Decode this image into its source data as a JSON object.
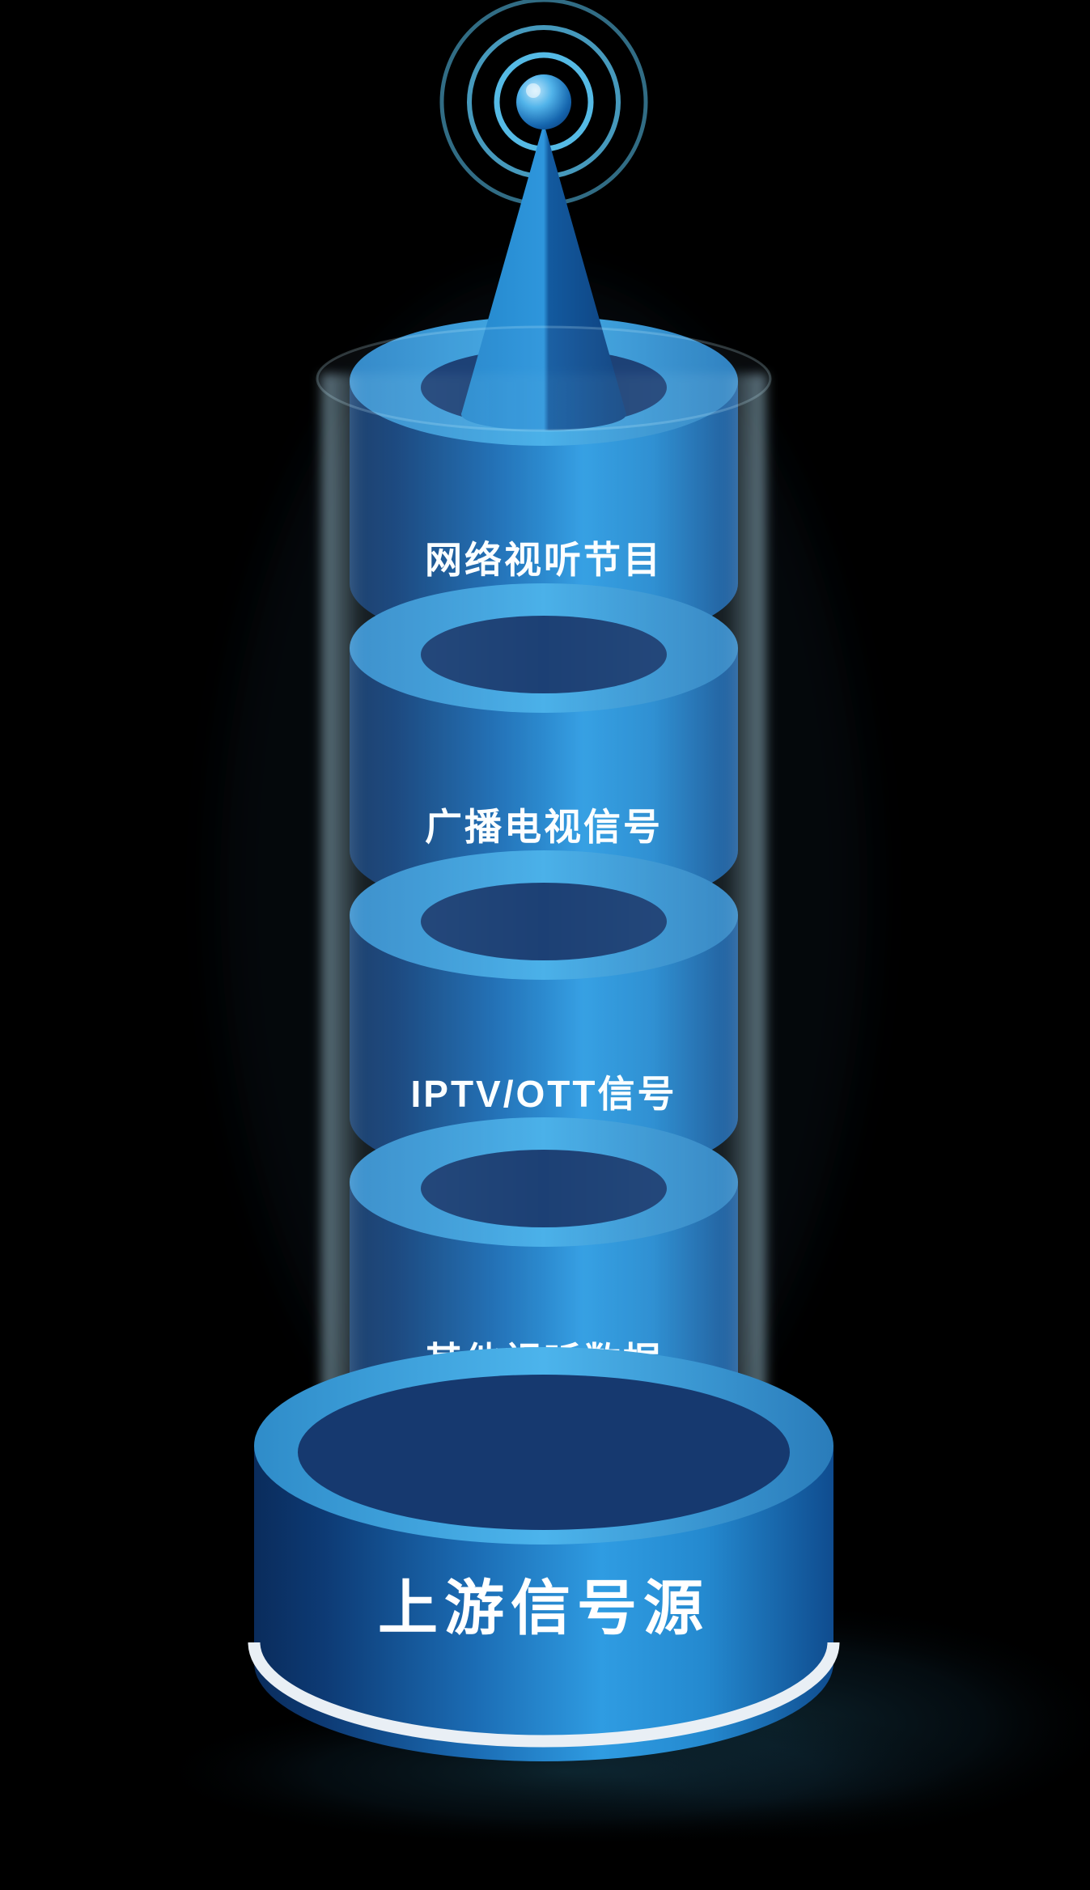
{
  "diagram": {
    "type": "stacked-cylinder-tower",
    "background": "#000000",
    "antenna": {
      "icon": "broadcast-antenna-icon",
      "wave_rings": 3
    },
    "segments": [
      {
        "label": "网络视听节目"
      },
      {
        "label": "广播电视信号"
      },
      {
        "label": "IPTV/OTT信号"
      },
      {
        "label": "其他视听数据"
      }
    ],
    "base": {
      "label": "上游信号源"
    },
    "colors": {
      "cylinder_bright": "#2f9ce2",
      "cylinder_dark": "#0a2c5c",
      "rim_light": "#46aee8",
      "recess_dark": "#16396f",
      "antenna_wave": "#5ac4f1",
      "tube_glow": "#bfe6ff",
      "base_stripe": "#e9eff5",
      "text": "#ffffff"
    }
  }
}
